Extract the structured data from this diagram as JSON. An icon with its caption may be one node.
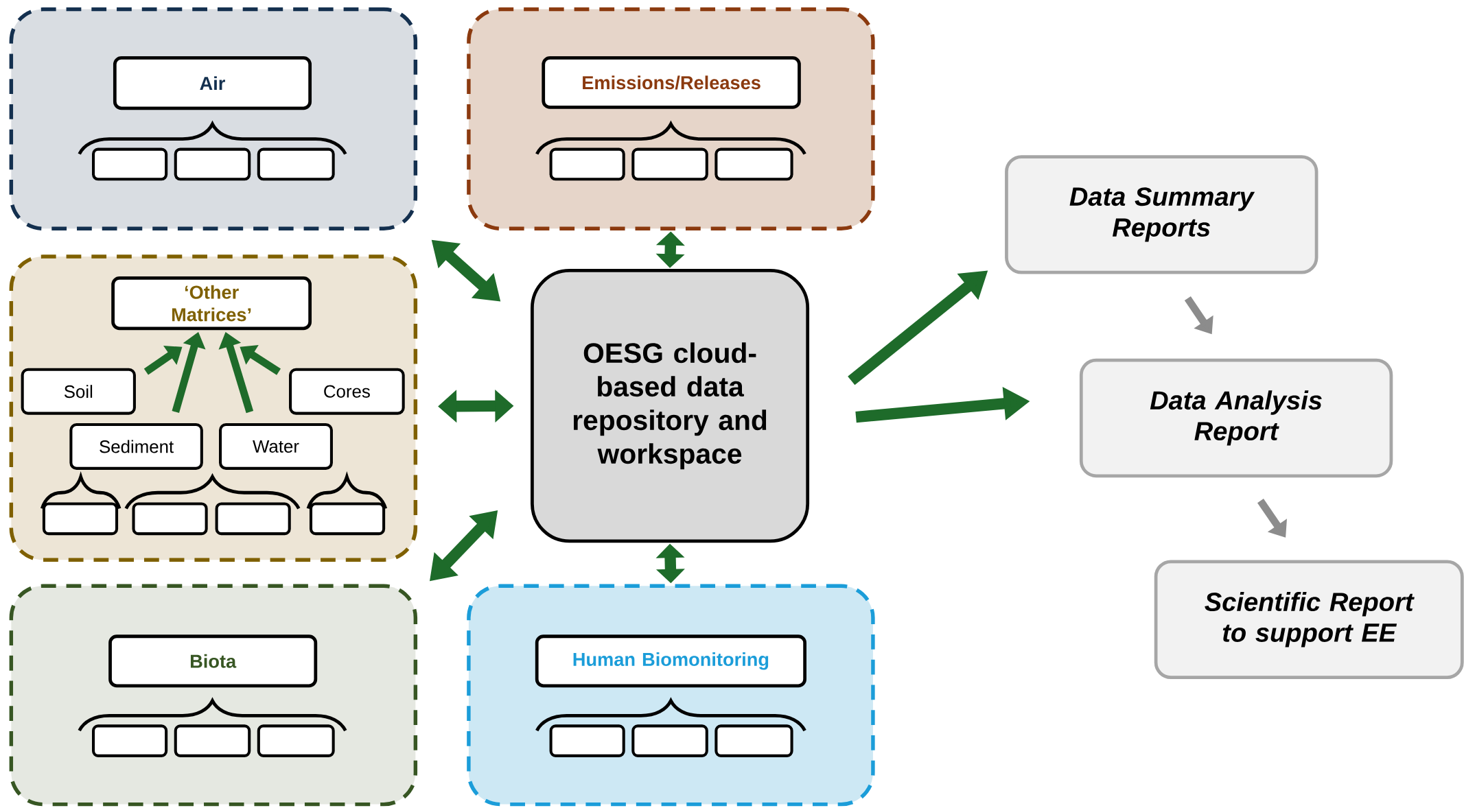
{
  "diagram": {
    "nodes": [
      {
        "text": [],
        "shape": "box"
      },
      {
        "text": [
          "Air"
        ],
        "in": 0
      },
      {
        "text": [],
        "shape": "box",
        "in": 0
      },
      {
        "text": [],
        "shape": "box",
        "in": 0
      },
      {
        "text": [],
        "shape": "box",
        "in": 0
      },
      {
        "text": [],
        "shape": "box"
      },
      {
        "text": [
          "Emissions/Releases"
        ],
        "in": 5
      },
      {
        "text": [],
        "shape": "box",
        "in": 5
      },
      {
        "text": [],
        "shape": "box",
        "in": 5
      },
      {
        "text": [],
        "shape": "box",
        "in": 5
      },
      {
        "text": [],
        "shape": "box"
      },
      {
        "text": [
          "‘Other Matrices’"
        ],
        "in": 10
      },
      {
        "text": [
          "Soil"
        ],
        "in": 10
      },
      {
        "text": [
          "Cores"
        ],
        "in": 10
      },
      {
        "text": [
          "Sediment"
        ],
        "in": 10
      },
      {
        "text": [
          "Water"
        ],
        "in": 10
      },
      {
        "text": [],
        "shape": "box",
        "in": 10
      },
      {
        "text": [],
        "shape": "box",
        "in": 10
      },
      {
        "text": [],
        "shape": "box",
        "in": 10
      },
      {
        "text": [],
        "shape": "box",
        "in": 10
      },
      {
        "text": [],
        "shape": "box"
      },
      {
        "text": [
          "Biota"
        ],
        "in": 20
      },
      {
        "text": [],
        "shape": "box",
        "in": 20
      },
      {
        "text": [],
        "shape": "box",
        "in": 20
      },
      {
        "text": [],
        "shape": "box",
        "in": 20
      },
      {
        "text": [],
        "shape": "box"
      },
      {
        "text": [
          "Human Biomonitoring"
        ],
        "in": 25
      },
      {
        "text": [],
        "shape": "box",
        "in": 25
      },
      {
        "text": [],
        "shape": "box",
        "in": 25
      },
      {
        "text": [],
        "shape": "box",
        "in": 25
      },
      {
        "text": [
          "OESG cloud-based data repository and workspace"
        ]
      },
      {
        "text": [
          "Data Summary Reports"
        ]
      },
      {
        "text": [
          "Data Analysis Report"
        ]
      },
      {
        "text": [
          "Scientific Report to support EE"
        ]
      }
    ],
    "edges": [
      {
        "from": 0,
        "to": 30,
        "arrow": "both"
      },
      {
        "from": 5,
        "to": 30,
        "arrow": "both"
      },
      {
        "from": 10,
        "to": 30,
        "arrow": "both"
      },
      {
        "from": 20,
        "to": 30,
        "arrow": "both"
      },
      {
        "from": 25,
        "to": 30,
        "arrow": "both"
      },
      {
        "from": 30,
        "to": 31,
        "arrow": "to"
      },
      {
        "from": 30,
        "to": 32,
        "arrow": "to"
      },
      {
        "from": 12,
        "to": 11,
        "arrow": "to"
      },
      {
        "from": 14,
        "to": 11,
        "arrow": "to"
      },
      {
        "from": 15,
        "to": 11,
        "arrow": "to"
      },
      {
        "from": 13,
        "to": 11,
        "arrow": "to"
      },
      {
        "from": 31,
        "to": 32,
        "arrow": "to",
        "color": "#8c8c8c"
      },
      {
        "from": 32,
        "to": 33,
        "arrow": "to",
        "color": "#8c8c8c"
      }
    ]
  }
}
